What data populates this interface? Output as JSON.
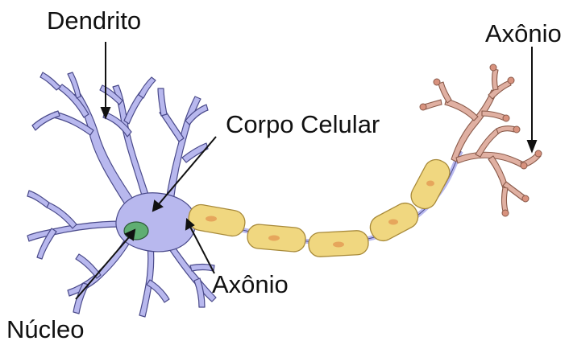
{
  "labels": {
    "dendrito": "Dendrito",
    "corpo_celular": "Corpo Celular",
    "axonio_middle": "Axônio",
    "axonio_terminal": "Axônio",
    "nucleo": "Núcleo"
  },
  "colors": {
    "cell_body": "#b8b8ee",
    "cell_outline": "#4a4a8a",
    "nucleus": "#5fae72",
    "myelin": "#f0d780",
    "myelin_outline": "#a88a3a",
    "myelin_nucleus": "#e6a65c",
    "terminal": "#e0b0a2",
    "terminal_outline": "#8a5a4a",
    "label_line": "#111111"
  }
}
